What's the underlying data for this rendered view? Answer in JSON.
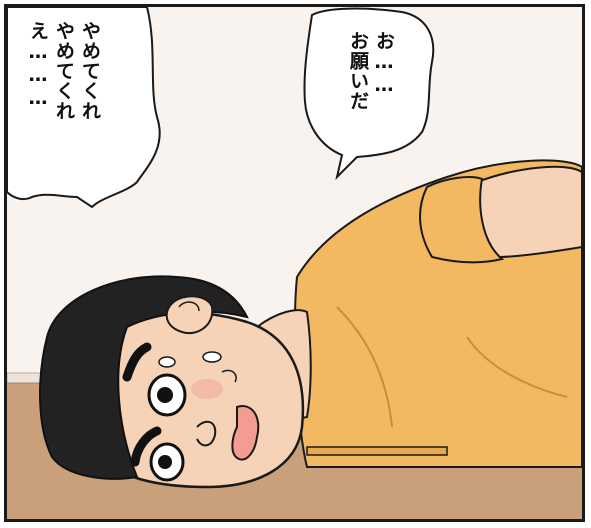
{
  "speech": {
    "left": {
      "lines": [
        "やめてくれ",
        "やめてくれ",
        "え………"
      ]
    },
    "right": {
      "lines": [
        "お……",
        "お願いだ"
      ]
    }
  },
  "colors": {
    "wall": "#f8f3ee",
    "floor": "#c9a07a",
    "shirt": "#f3b862",
    "skin": "#f6d3b6",
    "hair": "#222222",
    "outline": "#1a1a1a"
  }
}
